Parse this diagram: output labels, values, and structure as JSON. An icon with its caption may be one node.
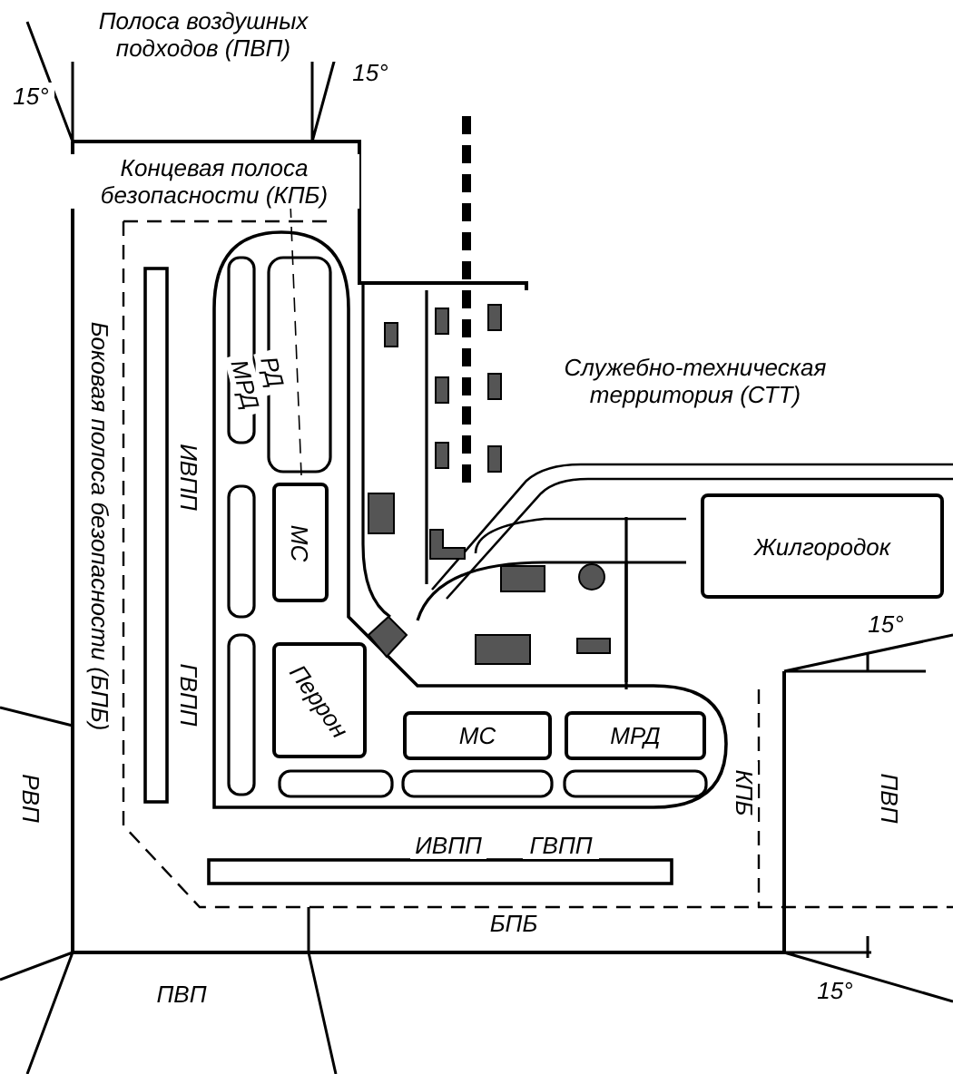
{
  "diagram": {
    "nodes": [
      {
        "text": [
          "МС"
        ]
      },
      {
        "text": [
          "Жилгородок"
        ]
      },
      {
        "text": [
          "Перрон"
        ]
      },
      {
        "text": [
          "МС"
        ]
      },
      {
        "text": [
          "МРД"
        ]
      }
    ],
    "labels": [
      "Полоса воздушных подходов (ПВП)",
      "15°",
      "15°",
      "Концевая полоса безопасности (КПБ)",
      "Боковая полоса безопасности (БПБ)",
      "РД",
      "МРД",
      "Служебно-техническая территория (СТТ)",
      "ИВПП",
      "ГВПП",
      "15°",
      "РВП",
      "КПБ",
      "ПВП",
      "ИВПП",
      "ГВПП",
      "БПБ",
      "ПВП",
      "15°"
    ]
  }
}
